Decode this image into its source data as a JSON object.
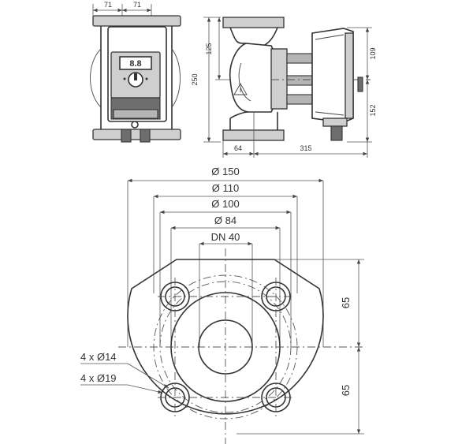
{
  "front_view": {
    "dim_left": "71",
    "dim_right": "71",
    "display_text": "8.8"
  },
  "side_view": {
    "dim_height": "250",
    "dim_flange_top": "125",
    "dim_motor_top": "109",
    "dim_motor_bottom": "152",
    "dim_inlet": "64",
    "dim_length": "315"
  },
  "flange": {
    "d_outer": "Ø 150",
    "d_bolt_circle": "Ø 110",
    "d_raised_face": "Ø 100",
    "d_inner_circle": "Ø 84",
    "nominal": "DN 40",
    "half_height_top": "65",
    "half_height_bottom": "65",
    "holes_a": "4 x Ø14",
    "holes_b": "4 x Ø19"
  }
}
